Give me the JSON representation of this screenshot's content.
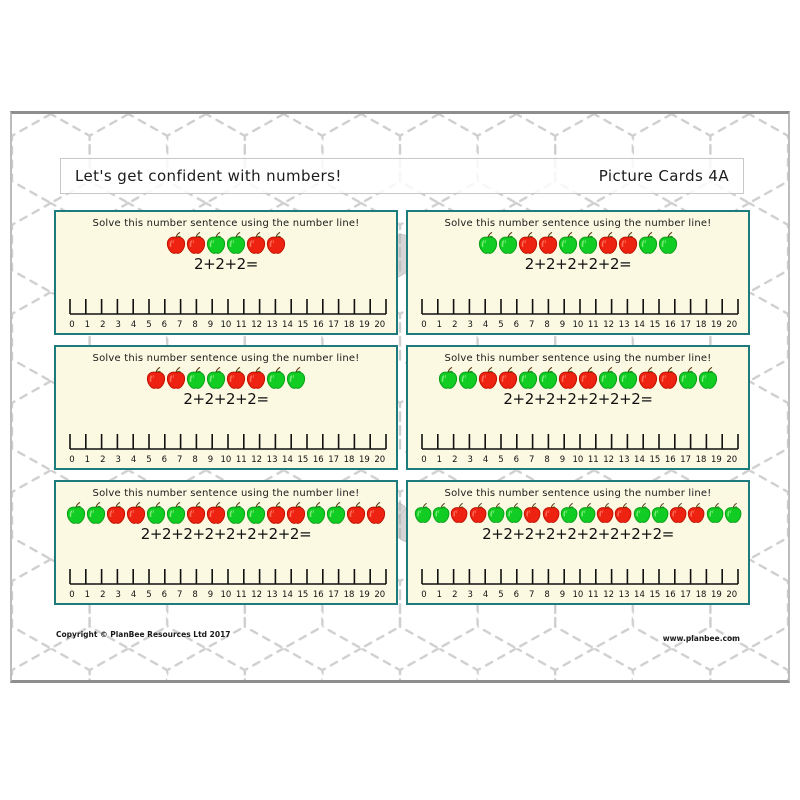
{
  "page": {
    "title": "Let's get confident with numbers!",
    "subtitle_right": "Picture Cards 4A",
    "footer_left": "Copyright © PlanBee Resources Ltd 2017",
    "footer_right": "www.planbee.com"
  },
  "colors": {
    "card_border": "#1d7b7d",
    "card_background": "#fbf9e2",
    "apple_red": "#ee2211",
    "apple_green": "#11cc22",
    "page_background": "#ffffff",
    "watermark": "#cccccc",
    "text": "#111111"
  },
  "numberline": {
    "min": 0,
    "max": 20,
    "labels": [
      "0",
      "1",
      "2",
      "3",
      "4",
      "5",
      "6",
      "7",
      "8",
      "9",
      "10",
      "11",
      "12",
      "13",
      "14",
      "15",
      "16",
      "17",
      "18",
      "19",
      "20"
    ]
  },
  "cards": [
    {
      "id": "card-1",
      "prompt": "Solve this number sentence using the number line!",
      "equation": "2+2+2=",
      "apple_count": 6,
      "apples": [
        "red",
        "red",
        "green",
        "green",
        "red",
        "red"
      ]
    },
    {
      "id": "card-2",
      "prompt": "Solve this number sentence using the number line!",
      "equation": "2+2+2+2+2=",
      "apple_count": 10,
      "apples": [
        "green",
        "green",
        "red",
        "red",
        "green",
        "green",
        "red",
        "red",
        "green",
        "green"
      ]
    },
    {
      "id": "card-3",
      "prompt": "Solve this number sentence using the number line!",
      "equation": "2+2+2+2=",
      "apple_count": 8,
      "apples": [
        "red",
        "red",
        "green",
        "green",
        "red",
        "red",
        "green",
        "green"
      ]
    },
    {
      "id": "card-4",
      "prompt": "Solve this number sentence using the number line!",
      "equation": "2+2+2+2+2+2+2=",
      "apple_count": 14,
      "apples": [
        "green",
        "green",
        "red",
        "red",
        "green",
        "green",
        "red",
        "red",
        "green",
        "green",
        "red",
        "red",
        "green",
        "green"
      ]
    },
    {
      "id": "card-5",
      "prompt": "Solve this number sentence using the number line!",
      "equation": "2+2+2+2+2+2+2+2=",
      "apple_count": 16,
      "apples": [
        "green",
        "green",
        "red",
        "red",
        "green",
        "green",
        "red",
        "red",
        "green",
        "green",
        "red",
        "red",
        "green",
        "green",
        "red",
        "red"
      ]
    },
    {
      "id": "card-6",
      "prompt": "Solve this number sentence using the number line!",
      "equation": "2+2+2+2+2+2+2+2+2=",
      "apple_count": 18,
      "apples": [
        "green",
        "green",
        "red",
        "red",
        "green",
        "green",
        "red",
        "red",
        "green",
        "green",
        "red",
        "red",
        "green",
        "green",
        "red",
        "red",
        "green",
        "green"
      ]
    }
  ]
}
